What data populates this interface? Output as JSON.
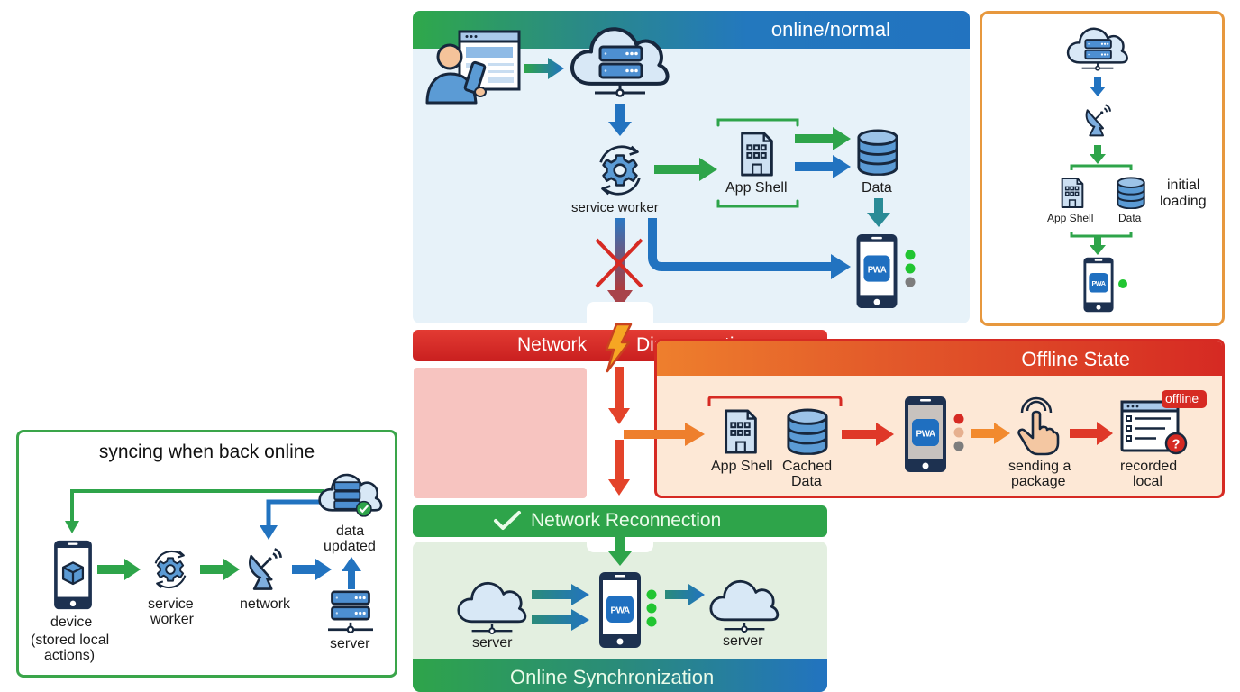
{
  "colors": {
    "online_blue": "#2273c0",
    "green": "#2ea44a",
    "red": "#d62a23",
    "orange": "#ee7f2d",
    "initial_border": "#e7983e",
    "online_bg": "#e7f2f9",
    "offline_bg": "#fde8d6",
    "sync_bg": "#e3efe0",
    "status_green": "#21c531",
    "status_gray": "#7d7d7d",
    "status_red": "#d62a23"
  },
  "online_panel": {
    "title": "online/normal",
    "icons": [
      "user-with-browser-icon",
      "cloud-server-icon",
      "service-worker-gear-icon",
      "app-shell-building-icon",
      "database-icon",
      "pwa-phone-icon",
      "blocked-x-icon"
    ],
    "service_worker_label": "service worker",
    "app_shell_label": "App Shell",
    "data_label": "Data",
    "pwa_label": "PWA",
    "status_lights": [
      "green",
      "green",
      "gray"
    ]
  },
  "initial_panel": {
    "title": "initial loading",
    "title_line1": "initial",
    "title_line2": "loading",
    "icons": [
      "cloud-server-icon",
      "satellite-dish-icon",
      "app-shell-building-icon",
      "database-icon",
      "pwa-phone-icon"
    ],
    "app_shell_label": "App Shell",
    "data_label": "Data",
    "pwa_label": "PWA",
    "status_lights": [
      "green"
    ]
  },
  "disconnection": {
    "label_left": "Network",
    "label_right": "Disconnection",
    "icon": "lightning-icon"
  },
  "offline_panel": {
    "title": "Offline State",
    "app_shell_label": "App Shell",
    "cached_data_line1": "Cached",
    "cached_data_line2": "Data",
    "pwa_label": "PWA",
    "status_lights": [
      "red",
      "peach",
      "gray"
    ],
    "sending_line1": "sending a",
    "sending_line2": "package",
    "recorded_line1": "recorded",
    "recorded_line2": "local",
    "offline_badge": "offline",
    "icons": [
      "app-shell-building-icon",
      "database-icon",
      "pwa-phone-icon",
      "tap-hand-icon",
      "form-question-icon"
    ]
  },
  "reconnection": {
    "label": "Network Reconnection",
    "icon": "checkmark-icon"
  },
  "sync_panel": {
    "title": "Online Synchronization",
    "server_left_label": "server",
    "server_right_label": "server",
    "pwa_label": "PWA",
    "status_lights": [
      "green",
      "green",
      "green"
    ]
  },
  "back_online_panel": {
    "title": "syncing when back online",
    "device_line1": "device",
    "device_line2": "(stored local",
    "device_line3": "actions)",
    "service_worker_line1": "service",
    "service_worker_line2": "worker",
    "network_label": "network",
    "data_updated_line1": "data",
    "data_updated_line2": "updated",
    "server_label": "server"
  }
}
